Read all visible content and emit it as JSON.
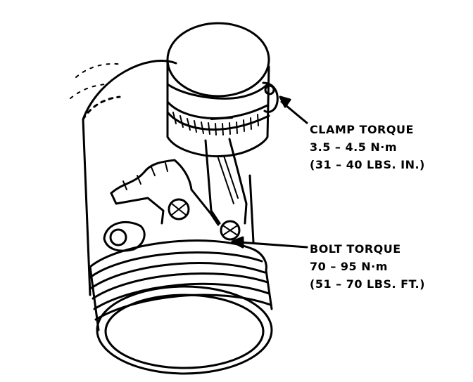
{
  "callouts": {
    "clamp": {
      "title": "CLAMP TORQUE",
      "metric": "3.5 – 4.5 N·m",
      "imperial": "(31 – 40 LBS. IN.)"
    },
    "bolt": {
      "title": "BOLT TORQUE",
      "metric": "70 – 95 N·m",
      "imperial": "(51 – 70 LBS. FT.)"
    }
  },
  "colors": {
    "ink": "#000000",
    "paper": "#ffffff"
  }
}
